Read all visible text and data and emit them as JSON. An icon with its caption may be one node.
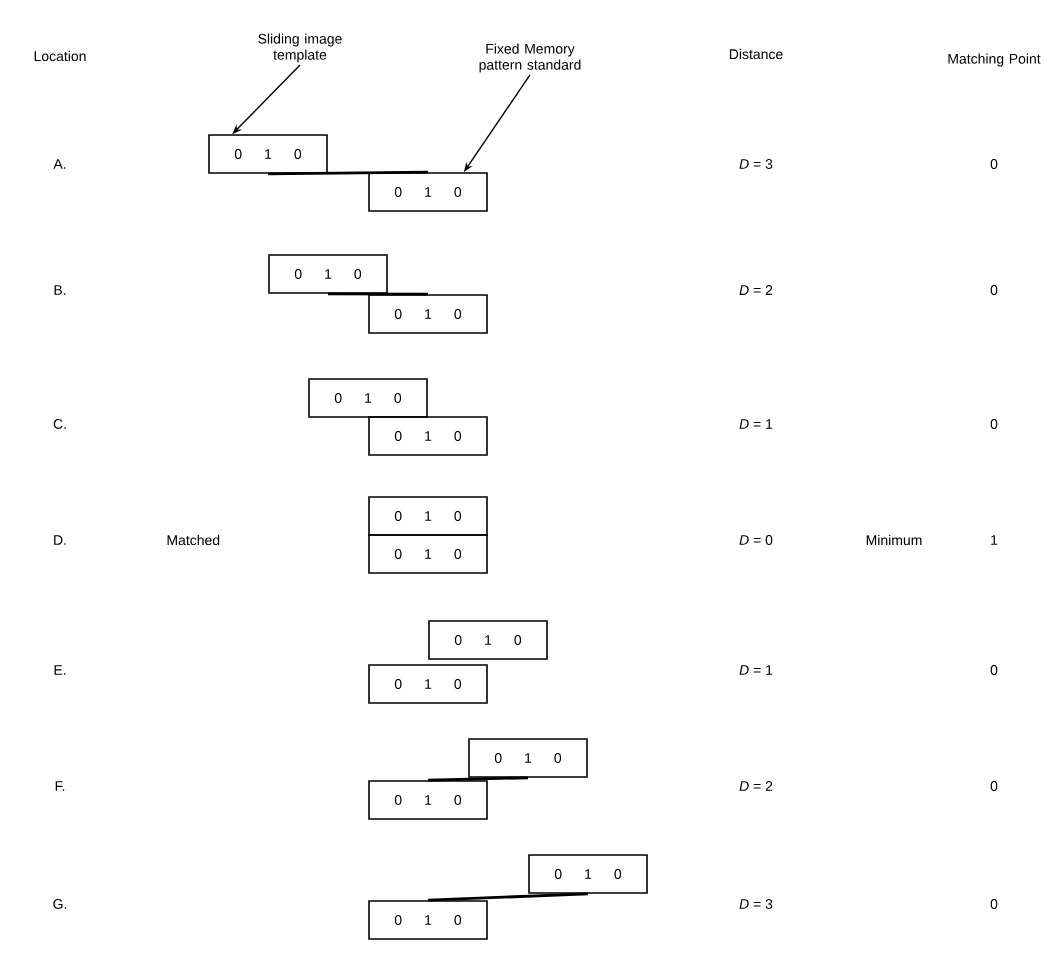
{
  "diagram": {
    "nodes": [
      {
        "text": [
          "Sliding image template"
        ]
      },
      {
        "text": [
          "Fixed Memory pattern standard"
        ]
      },
      {
        "text": [
          "0 1 0"
        ]
      },
      {
        "text": [
          "0 1 0"
        ]
      },
      {
        "text": [
          "0 1 0"
        ]
      },
      {
        "text": [
          "0 1 0"
        ]
      },
      {
        "text": [
          "0 1 0"
        ]
      },
      {
        "text": [
          "0 1 0"
        ]
      },
      {
        "text": [
          "0 1 0"
        ]
      },
      {
        "text": [
          "0 1 0"
        ]
      },
      {
        "text": [
          "0 1 0"
        ]
      },
      {
        "text": [
          "0 1 0"
        ]
      },
      {
        "text": [
          "0 1 0"
        ]
      },
      {
        "text": [
          "0 1 0"
        ]
      },
      {
        "text": [
          "0 1 0"
        ]
      },
      {
        "text": [
          "0 1 0"
        ]
      }
    ],
    "edges": [
      {
        "from": 0,
        "to": 2,
        "arrow": "to"
      },
      {
        "from": 1,
        "to": 3,
        "arrow": "to"
      },
      {
        "from": 2,
        "to": 3,
        "arrow": "none"
      },
      {
        "from": 4,
        "to": 5,
        "arrow": "none"
      },
      {
        "from": 12,
        "to": 13,
        "arrow": "none"
      },
      {
        "from": 14,
        "to": 15,
        "arrow": "none"
      }
    ],
    "labels": [
      "Location",
      "Distance",
      "Matching Point",
      "A.",
      "*D* = 3",
      "0",
      "B.",
      "*D* = 2",
      "0",
      "C.",
      "*D* = 1",
      "0",
      "D.",
      "Matched",
      "*D* = 0",
      "Minimum",
      "1",
      "E.",
      "*D* = 1",
      "0",
      "F.",
      "*D* = 2",
      "0",
      "G.",
      "*D* = 3",
      "0"
    ]
  }
}
